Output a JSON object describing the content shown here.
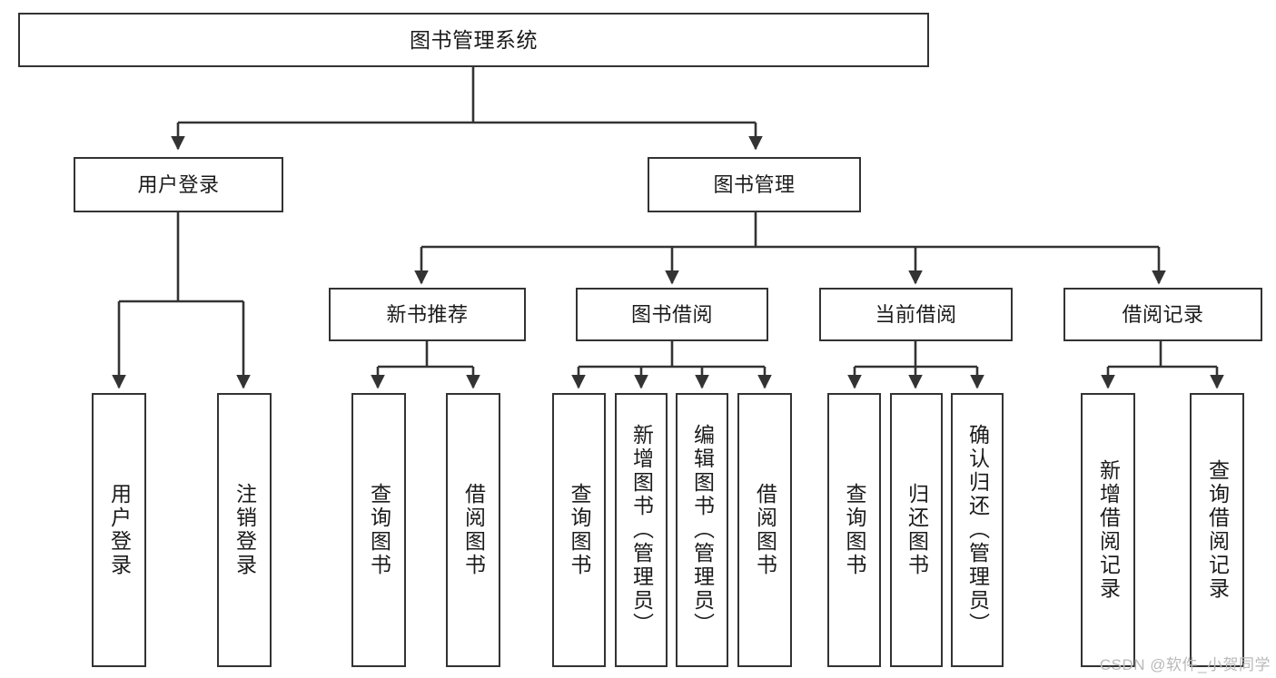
{
  "diagram": {
    "title": "图书管理系统",
    "type": "tree-hierarchy",
    "orientation": "top-down",
    "box_fill": "#ffffff",
    "box_stroke": "#333333",
    "text_color": "#1b1b1b"
  },
  "nodes": {
    "root": {
      "label": "图书管理系统"
    },
    "level1": [
      {
        "id": "user-login",
        "label": "用户登录"
      },
      {
        "id": "book-manage",
        "label": "图书管理"
      }
    ],
    "level2": [
      {
        "id": "new-book-recommend",
        "label": "新书推荐"
      },
      {
        "id": "book-borrow",
        "label": "图书借阅"
      },
      {
        "id": "current-borrow",
        "label": "当前借阅"
      },
      {
        "id": "borrow-record",
        "label": "借阅记录"
      }
    ],
    "leaves": {
      "user-login": [
        {
          "id": "leaf-user-login",
          "label": "用户登录"
        },
        {
          "id": "leaf-logout-login",
          "label": "注销登录"
        }
      ],
      "new-book-recommend": [
        {
          "id": "leaf-query-book-1",
          "label": "查询图书"
        },
        {
          "id": "leaf-borrow-book-1",
          "label": "借阅图书"
        }
      ],
      "book-borrow": [
        {
          "id": "leaf-query-book-2",
          "label": "查询图书"
        },
        {
          "id": "leaf-add-book",
          "label": "新增图书（管理员）"
        },
        {
          "id": "leaf-edit-book",
          "label": "编辑图书（管理员）"
        },
        {
          "id": "leaf-borrow-book-2",
          "label": "借阅图书"
        }
      ],
      "current-borrow": [
        {
          "id": "leaf-query-book-3",
          "label": "查询图书"
        },
        {
          "id": "leaf-return-book",
          "label": "归还图书"
        },
        {
          "id": "leaf-confirm-return",
          "label": "确认归还（管理员）"
        }
      ],
      "borrow-record": [
        {
          "id": "leaf-add-record",
          "label": "新增借阅记录"
        },
        {
          "id": "leaf-query-record",
          "label": "查询借阅记录"
        }
      ]
    }
  },
  "watermark": {
    "text": "CSDN @软件_小贺同学"
  }
}
